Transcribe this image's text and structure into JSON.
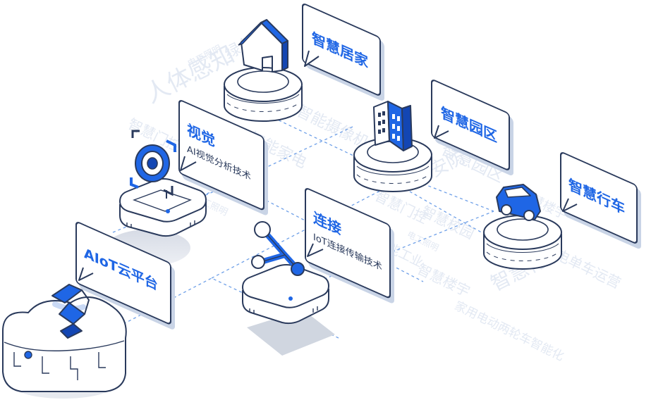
{
  "colors": {
    "accent": "#1f66e5",
    "accent_dark": "#1346b3",
    "outline": "#2a3a5c",
    "watermark": "#e3e9f3",
    "shadow": "#c9d4e6"
  },
  "nodes": {
    "home": {
      "title": "智慧居家"
    },
    "park": {
      "title": "智慧园区"
    },
    "car": {
      "title": "智慧行车"
    },
    "vision": {
      "title": "视觉",
      "subtitle": "AI视觉分析技术"
    },
    "connect": {
      "title": "连接",
      "subtitle": "IoT连接传输技术"
    },
    "cloud": {
      "title": "AIoT云平台"
    }
  },
  "background_words": [
    "人体感知",
    "绿色",
    "电工照明",
    "智慧门控",
    "智能摄像机",
    "智能家电",
    "电工照明",
    "安防",
    "智慧园区",
    "智慧校园",
    "智慧门控",
    "智能工业",
    "智慧楼宇",
    "智慧行车",
    "共享电单车运营",
    "家用电动两轮车智能化",
    "智慧楼宇",
    "电工照明"
  ],
  "icons": {
    "home": "house-icon",
    "park": "building-icon",
    "car": "car-icon",
    "vision": "eye-scan-icon",
    "connect": "network-node-icon",
    "cloud": "cloud-logo-icon"
  }
}
